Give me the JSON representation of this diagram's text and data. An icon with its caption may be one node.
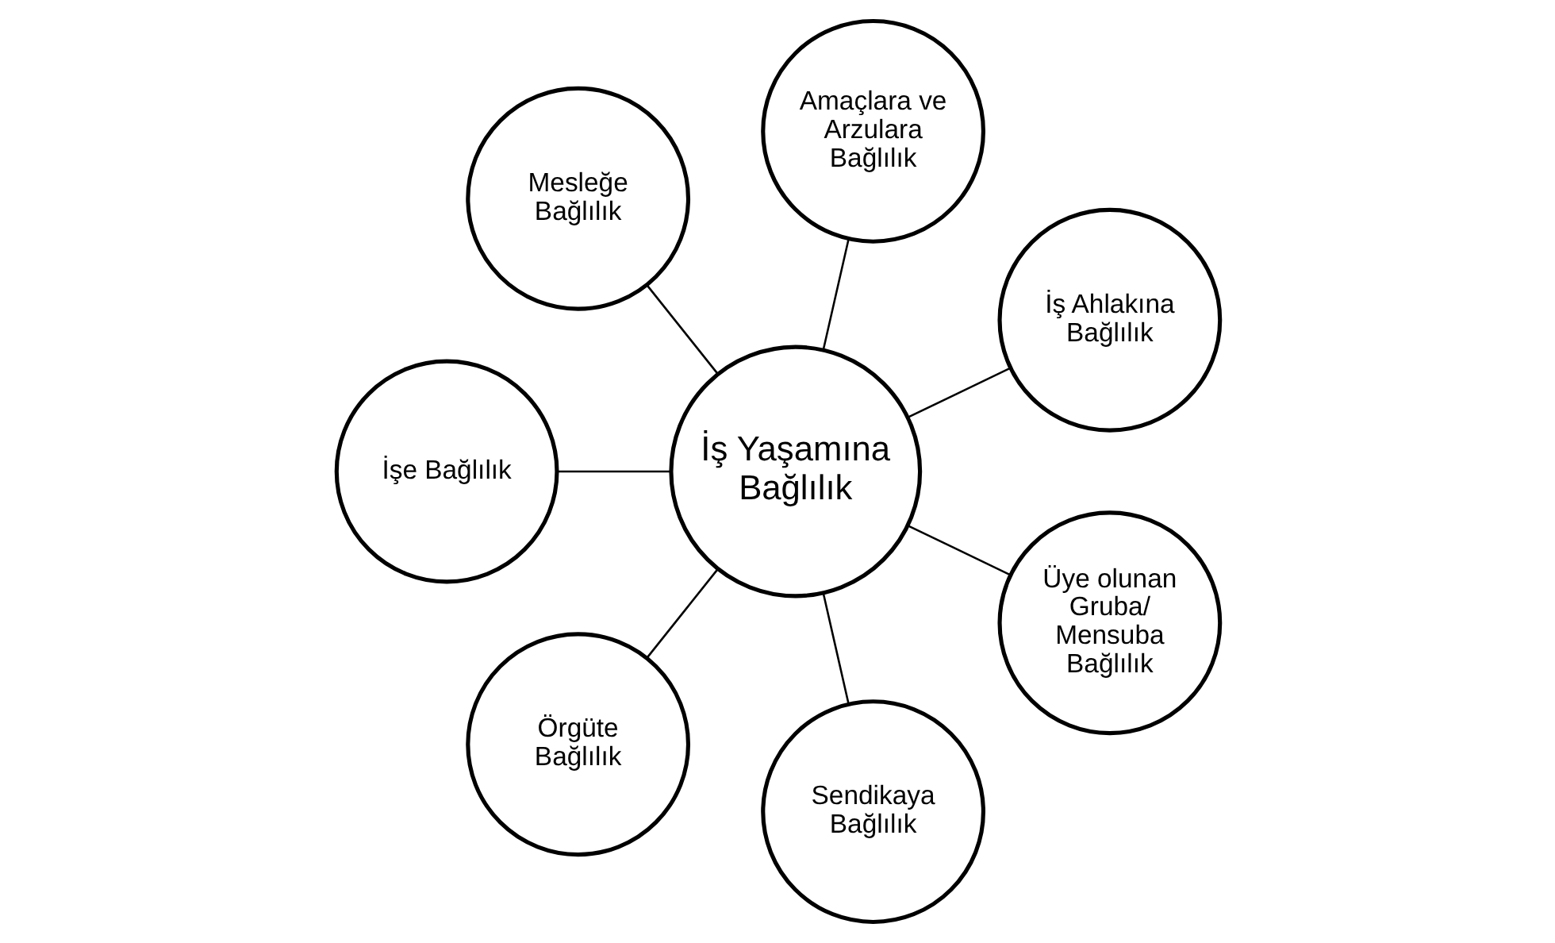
{
  "diagram": {
    "nodes": [
      {
        "text": [
          "İş Yaşamına Bağlılık"
        ]
      },
      {
        "text": [
          "İş Ahlakına Bağlılık"
        ]
      },
      {
        "text": [
          "Amaçlara ve Arzulara Bağlılık"
        ]
      },
      {
        "text": [
          "Mesleğe Bağlılık"
        ]
      },
      {
        "text": [
          "İşe Bağlılık"
        ]
      },
      {
        "text": [
          "Örgüte Bağlılık"
        ]
      },
      {
        "text": [
          "Sendikaya Bağlılık"
        ]
      },
      {
        "text": [
          "Üye olunan Gruba/ Mensuba Bağlılık"
        ]
      }
    ],
    "edges": [
      {
        "from": 0,
        "to": 1,
        "arrow": "none"
      },
      {
        "from": 0,
        "to": 3,
        "arrow": "none"
      },
      {
        "from": 0,
        "to": 5,
        "arrow": "none"
      },
      {
        "from": 0,
        "to": 7,
        "arrow": "none"
      },
      {
        "from": 0,
        "to": 6,
        "arrow": "none"
      },
      {
        "from": 0,
        "to": 4,
        "arrow": "none"
      },
      {
        "from": 0,
        "to": 2,
        "arrow": "none"
      }
    ]
  }
}
